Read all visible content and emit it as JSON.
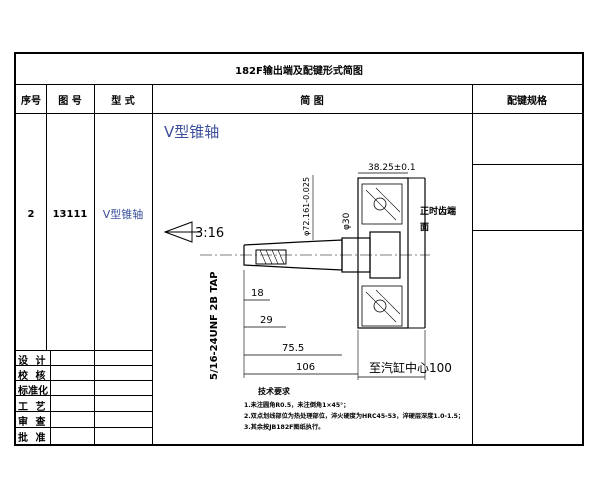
{
  "title": "182F输出端及配键形式简图",
  "headers": {
    "seq": "序号",
    "drawing_no": "图 号",
    "type": "型 式",
    "sketch": "简 图",
    "key_spec": "配键规格"
  },
  "row": {
    "seq": "2",
    "drawing_no": "13111",
    "type": "V型锥轴"
  },
  "drawing": {
    "heading": "V型锥轴",
    "taper": "3:16",
    "dim_38": "38.25±0.1",
    "dim_dia72": "φ72.161-0.025",
    "dim_dia30": "φ30",
    "dim_18": "18",
    "dim_29": "29",
    "dim_755": "75.5",
    "dim_106": "106",
    "thread": "5/16-24UNF 2B TAP",
    "cylinder": "至汽缸中心100",
    "face_note_1": "正时齿端",
    "face_note_2": "面",
    "tech_title": "技术要求",
    "tech_1": "1.未注圆角R0.5，未注倒角1×45°；",
    "tech_2": "2.双点划线部位为热处理部位，淬火硬度为HRC45-53，淬硬层深度1.0-1.5；",
    "tech_3": "3.其余按JB182F图纸执行。"
  },
  "signoff": [
    "设 计",
    "校 核",
    "标准化",
    "工 艺",
    "审 查",
    "批 准"
  ]
}
